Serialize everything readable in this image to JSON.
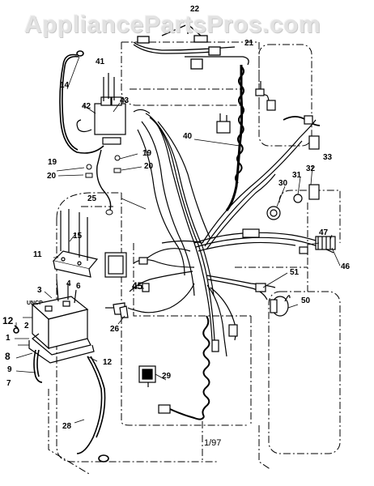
{
  "watermark": "AppliancePartsPros.com",
  "footer_date": "1/97",
  "battery_note": "UNCP",
  "callouts": {
    "c22": "22",
    "c21": "21",
    "c14": "14",
    "c41": "41",
    "c43": "43",
    "c42": "42",
    "c19a": "19",
    "c19b": "19",
    "c20a": "20",
    "c20b": "20",
    "c40": "40",
    "c25": "25",
    "c33": "33",
    "c32": "32",
    "c31": "31",
    "c30": "30",
    "c15": "15",
    "c11": "11",
    "c47": "47",
    "c46": "46",
    "c3": "3",
    "c4": "4",
    "c6": "6",
    "c45": "45",
    "c51": "51",
    "c12a": "12",
    "c12b": "12",
    "c2": "2",
    "c26": "26",
    "c1": "1",
    "c8": "8",
    "c9": "9",
    "c7": "7",
    "c50": "50",
    "c29": "29",
    "c28": "28"
  }
}
